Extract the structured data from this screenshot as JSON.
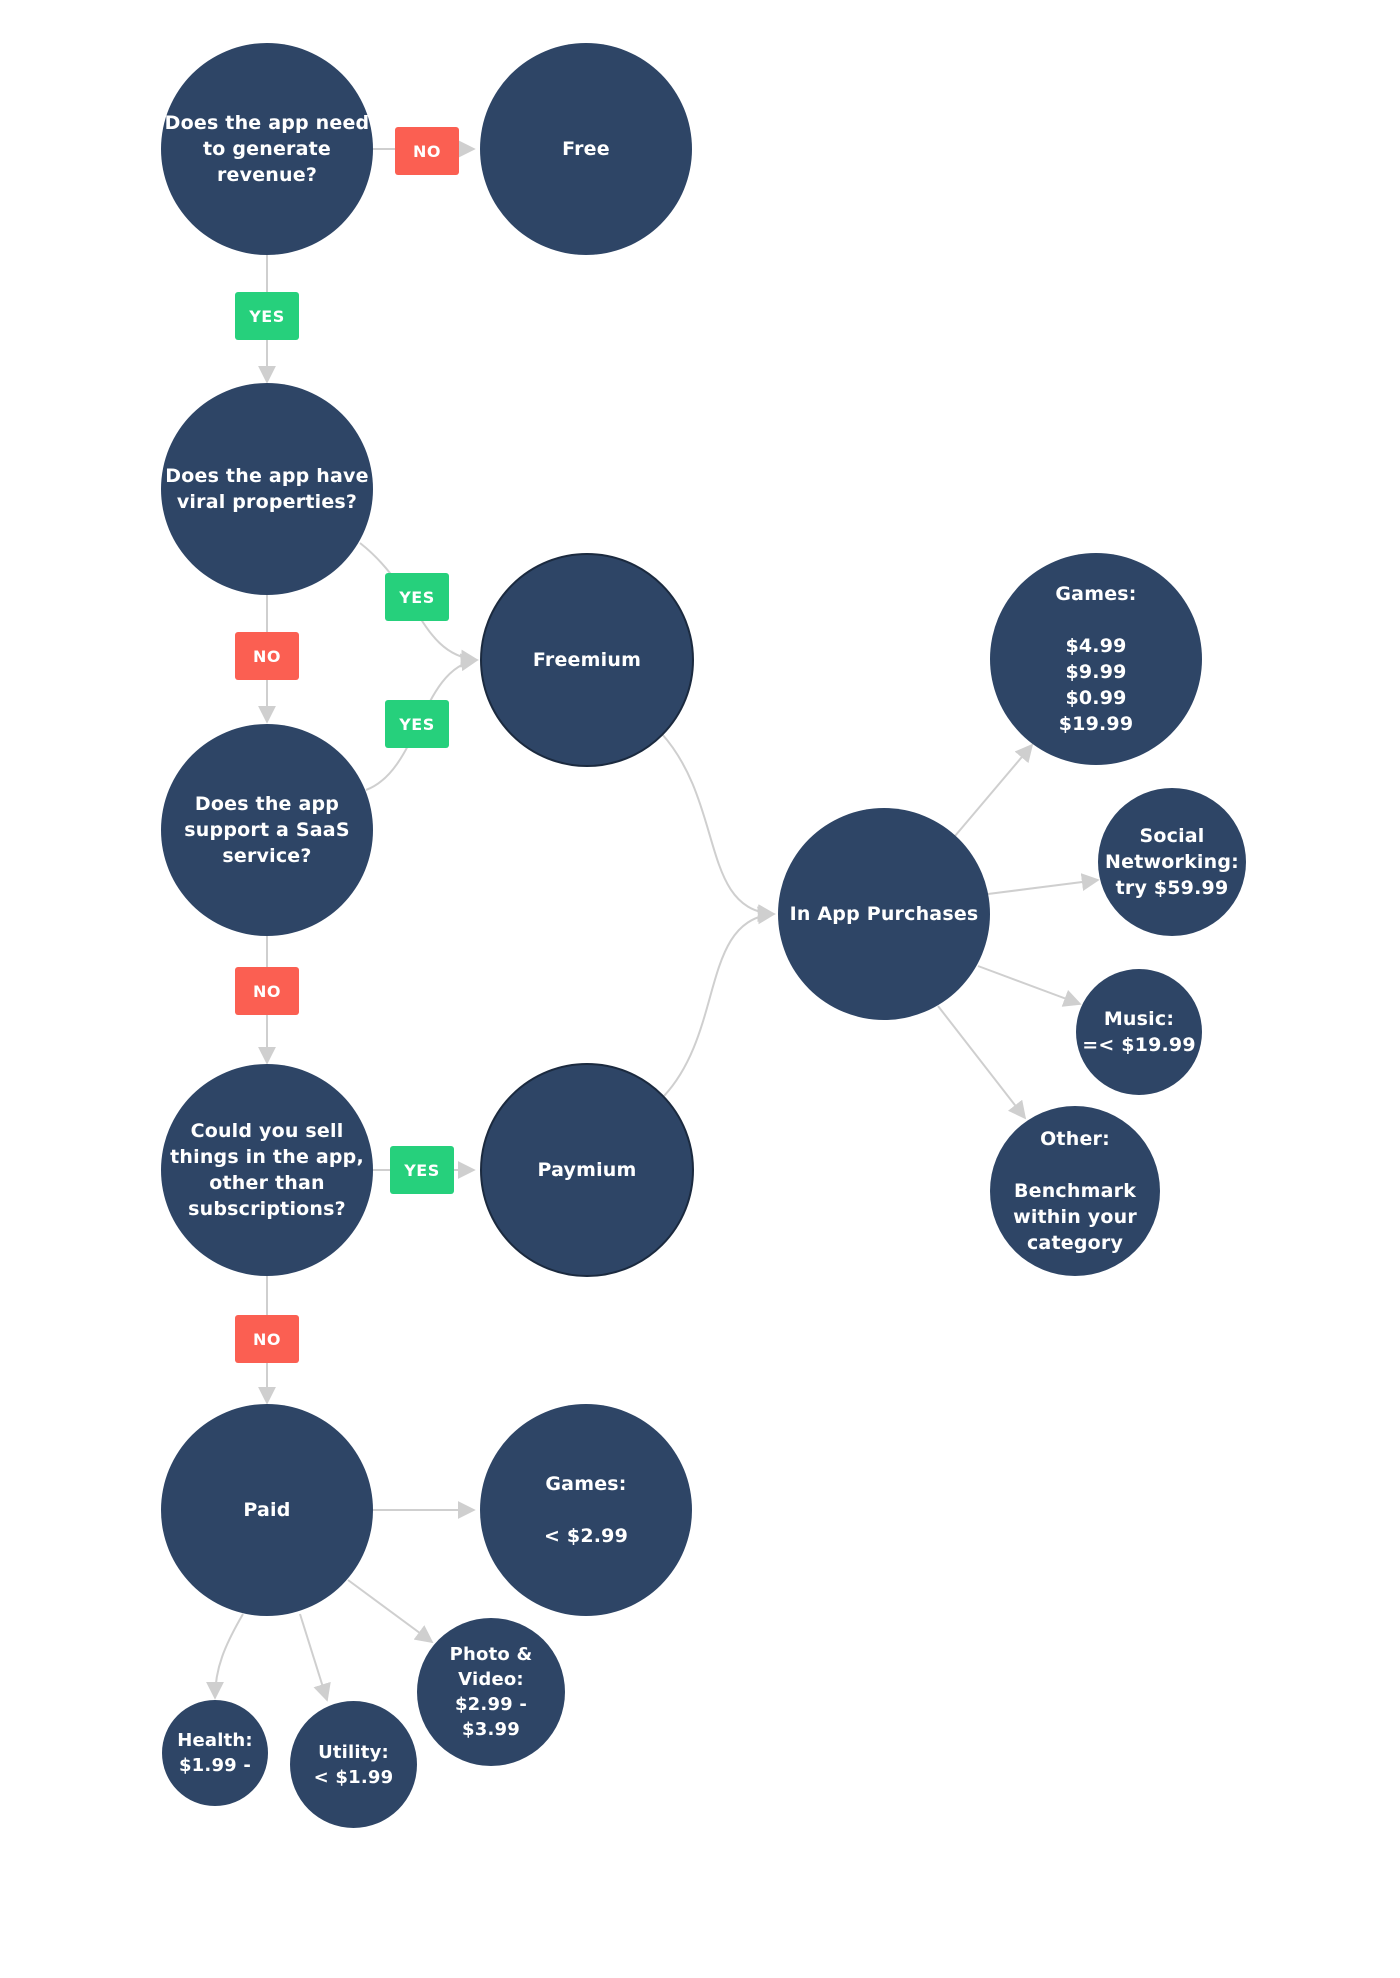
{
  "colors": {
    "node": "#2e4566",
    "no": "#fb5f52",
    "yes": "#26d07c",
    "connector": "#cfcfcf"
  },
  "nodes": {
    "q_revenue": "Does the app need\nto generate\nrevenue?",
    "free": "Free",
    "q_viral": "Does the app have\nviral properties?",
    "freemium": "Freemium",
    "q_saas": "Does the app\nsupport a SaaS\nservice?",
    "q_sell": "Could you sell\nthings in the app,\nother than\nsubscriptions?",
    "paymium": "Paymium",
    "in_app": "In App Purchases",
    "iap_games": "Games:\n\n$4.99\n$9.99\n$0.99\n$19.99",
    "iap_social": "Social\nNetworking:\ntry $59.99",
    "iap_music": "Music:\n=< $19.99",
    "iap_other": "Other:\n\nBenchmark\nwithin your\ncategory",
    "paid": "Paid",
    "paid_games": "Games:\n\n< $2.99",
    "paid_photo": "Photo &\nVideo:\n$2.99 -\n$3.99",
    "paid_health": "Health:\n$1.99 -",
    "paid_utility": "Utility:\n< $1.99"
  },
  "badges": {
    "no_free": "NO",
    "yes_revenue": "YES",
    "yes_viral": "YES",
    "no_viral": "NO",
    "yes_saas": "YES",
    "no_saas": "NO",
    "yes_sell": "YES",
    "no_sell": "NO"
  }
}
